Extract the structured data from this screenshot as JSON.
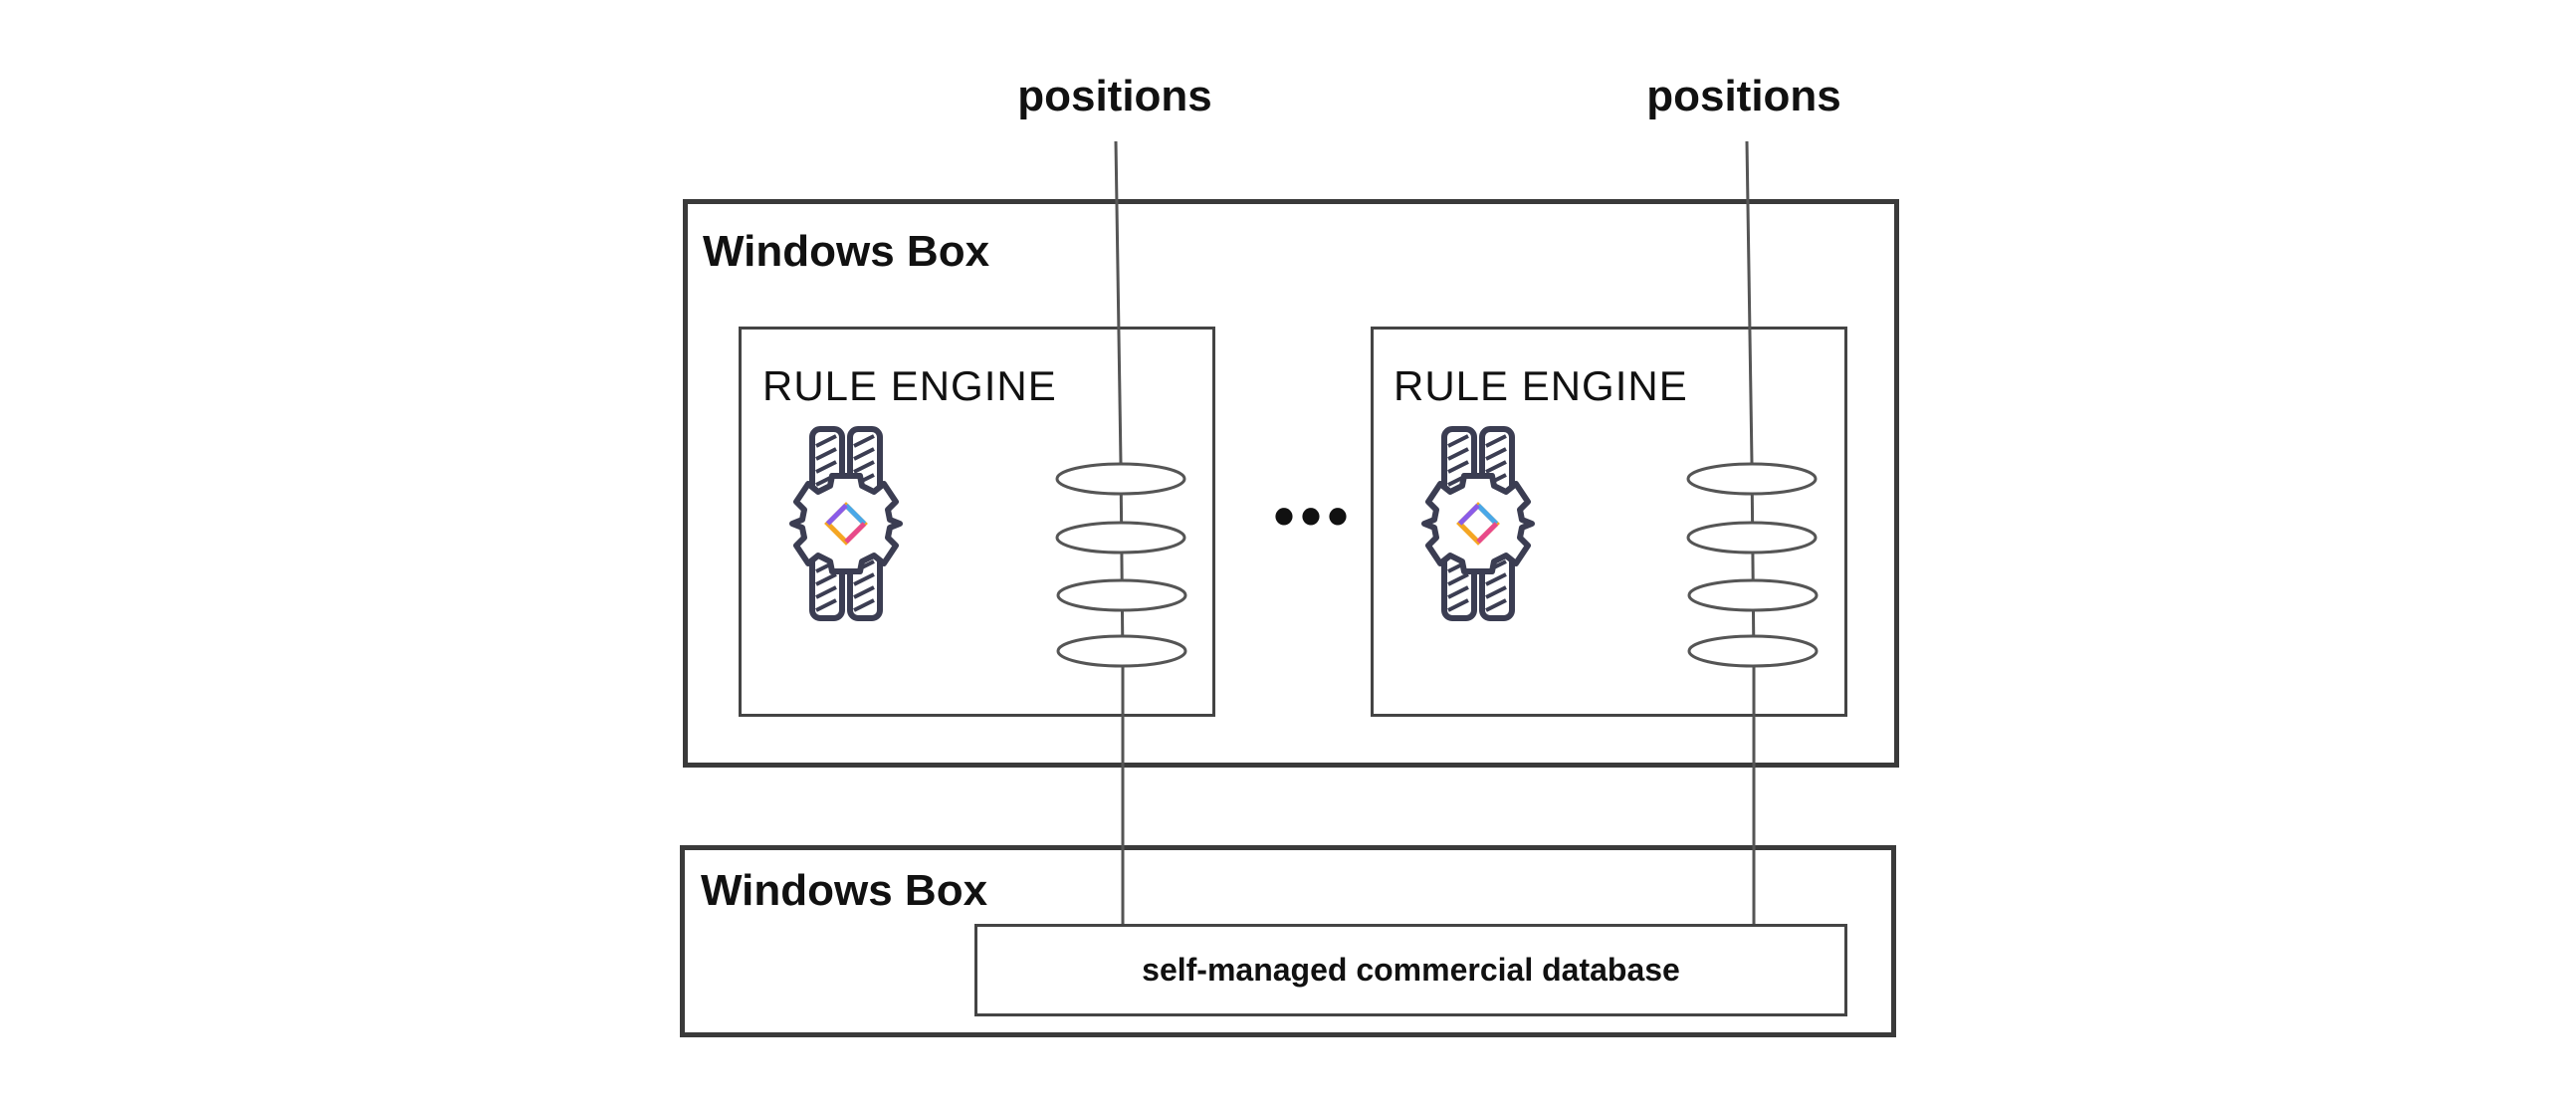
{
  "top_labels": [
    "positions",
    "positions"
  ],
  "boxes": [
    {
      "title": "Windows Box"
    },
    {
      "title": "Windows Box"
    }
  ],
  "engines": [
    {
      "title": "RULE ENGINE"
    },
    {
      "title": "RULE ENGINE"
    }
  ],
  "ellipsis": "•••",
  "database": {
    "label": "self-managed commercial database"
  },
  "icons": [
    "gear-engine-icon",
    "gear-engine-icon"
  ],
  "colors": {
    "stroke": "#3a3a3a",
    "icon": "#3b3d52"
  }
}
